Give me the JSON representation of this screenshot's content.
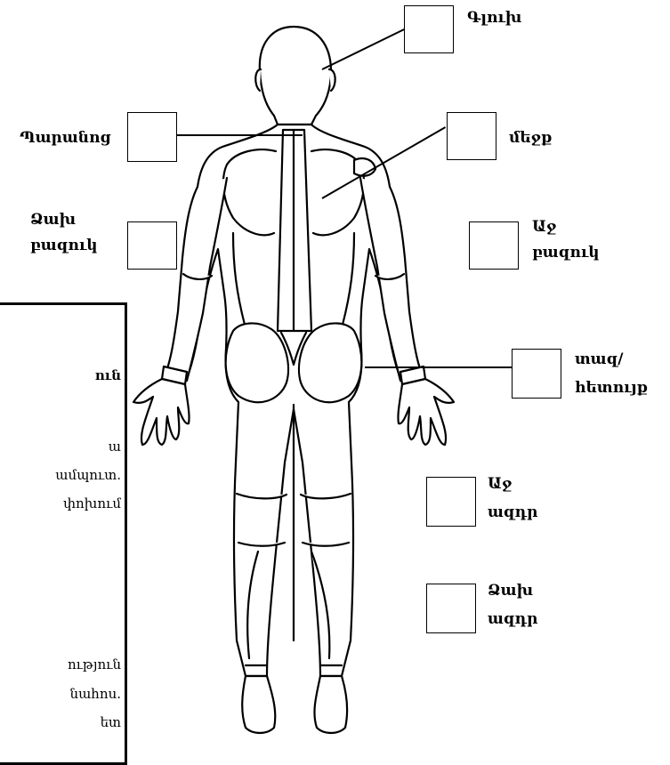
{
  "labels": {
    "head": "Գլուխ",
    "shoulders": "Պարանոց",
    "back": "մեջք",
    "left_arm_1": "Ձախ",
    "left_arm_2": "բազուկ",
    "right_arm_1": "Աջ",
    "right_arm_2": "բազուկ",
    "pelvis_1": "տազ/",
    "pelvis_2": "հետույք",
    "right_leg_1": "Աջ",
    "right_leg_2": "ազդր",
    "left_leg_1": "Ձախ",
    "left_leg_2": "ազդր"
  },
  "legend": {
    "lines": [
      "ուն",
      "ա",
      "ամպուտ.",
      "փոխում",
      "ություն",
      "նահոս.",
      "ետ"
    ]
  }
}
